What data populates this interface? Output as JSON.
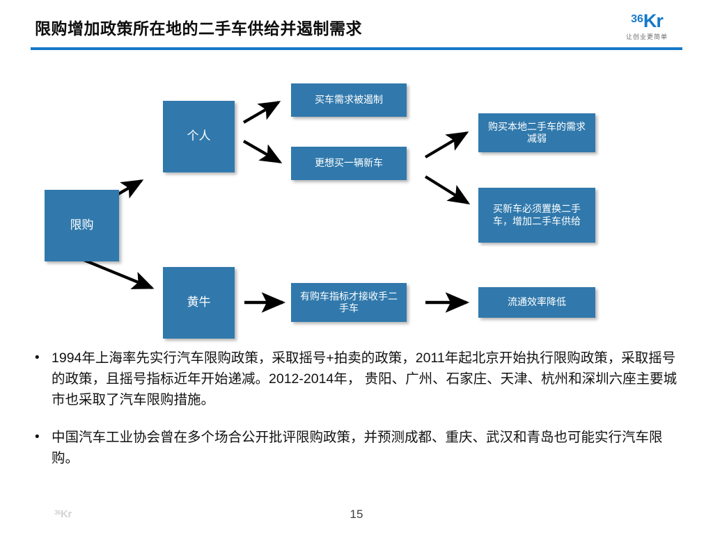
{
  "slide": {
    "title": "限购增加政策所在地的二手车供给并遏制需求",
    "page_number": "15",
    "accent_color": "#1579c8",
    "node_color": "#3179ac"
  },
  "brand": {
    "mark_36": "36",
    "mark_kr": "Kr",
    "tagline": "让创业更简单",
    "footer_36": "36",
    "footer_kr": "Kr"
  },
  "diagram": {
    "nodes": [
      {
        "id": "xiangou",
        "label": "限购"
      },
      {
        "id": "geren",
        "label": "个人"
      },
      {
        "id": "huangniu",
        "label": "黄牛"
      },
      {
        "id": "maiche-ezhi",
        "label": "买车需求被遏制"
      },
      {
        "id": "xiang-mai-xinche",
        "label": "更想买一辆新车"
      },
      {
        "id": "gouche-zhibiao",
        "label": "有购车指标才接收手二手车"
      },
      {
        "id": "bendi-ershouche",
        "label": "购买本地二手车的需求减弱"
      },
      {
        "id": "zhihuan-ershou",
        "label": "买新车必须置换二手车，增加二手车供给"
      },
      {
        "id": "liutong-jiangdi",
        "label": "流通效率降低"
      }
    ],
    "edges": [
      {
        "from": "限购",
        "to": "个人"
      },
      {
        "from": "限购",
        "to": "黄牛"
      },
      {
        "from": "个人",
        "to": "买车需求被遏制"
      },
      {
        "from": "个人",
        "to": "更想买一辆新车"
      },
      {
        "from": "更想买一辆新车",
        "to": "购买本地二手车的需求减弱"
      },
      {
        "from": "更想买一辆新车",
        "to": "买新车必须置换二手车，增加二手车供给"
      },
      {
        "from": "黄牛",
        "to": "有购车指标才接收手二手车"
      },
      {
        "from": "有购车指标才接收手二手车",
        "to": "流通效率降低"
      }
    ]
  },
  "bullets": [
    "1994年上海率先实行汽车限购政策，采取摇号+拍卖的政策，2011年起北京开始执行限购政策，采取摇号的政策，且摇号指标近年开始递减。2012-2014年， 贵阳、广州、石家庄、天津、杭州和深圳六座主要城市也采取了汽车限购措施。",
    "中国汽车工业协会曾在多个场合公开批评限购政策，并预测成都、重庆、武汉和青岛也可能实行汽车限购。"
  ]
}
